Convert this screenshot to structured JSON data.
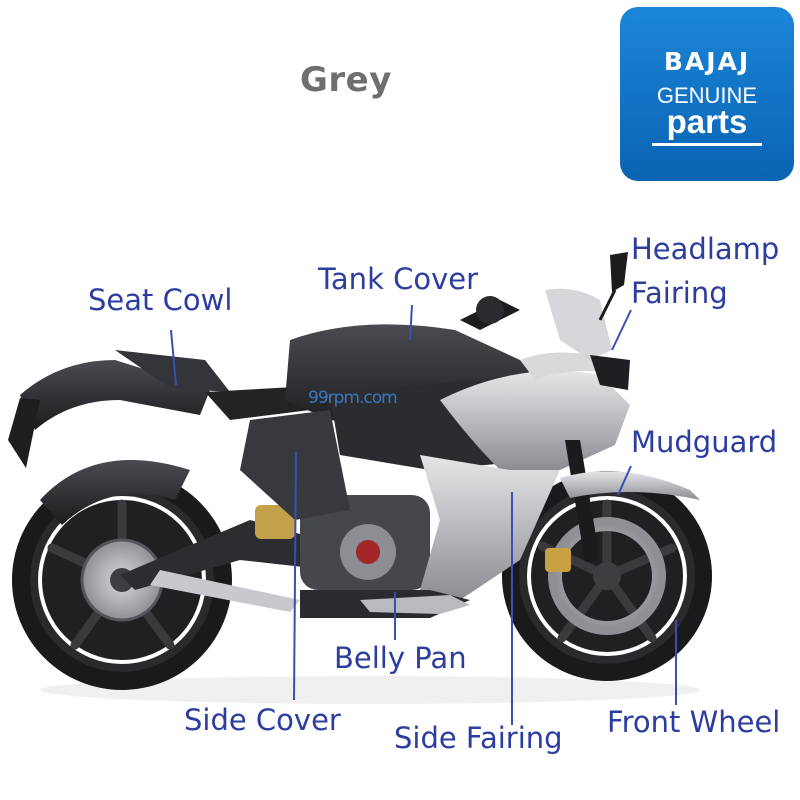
{
  "color_label": "Grey",
  "logo": {
    "brand": "BAJAJ",
    "line1": "GENUINE",
    "line2": "parts"
  },
  "watermark": "99rpm.com",
  "part_labels": {
    "tank_cover": "Tank Cover",
    "headlamp": "Headlamp",
    "fairing": "Fairing",
    "seat_cowl": "Seat Cowl",
    "mudguard": "Mudguard",
    "belly_pan": "Belly Pan",
    "side_cover": "Side Cover",
    "side_fairing": "Side Fairing",
    "front_wheel": "Front Wheel"
  },
  "colors": {
    "label_text": "#2c3da0",
    "leader_lines": "#3a4fb0",
    "logo_bg": "#0d6cbf",
    "color_label_text": "#6f6f6f"
  }
}
